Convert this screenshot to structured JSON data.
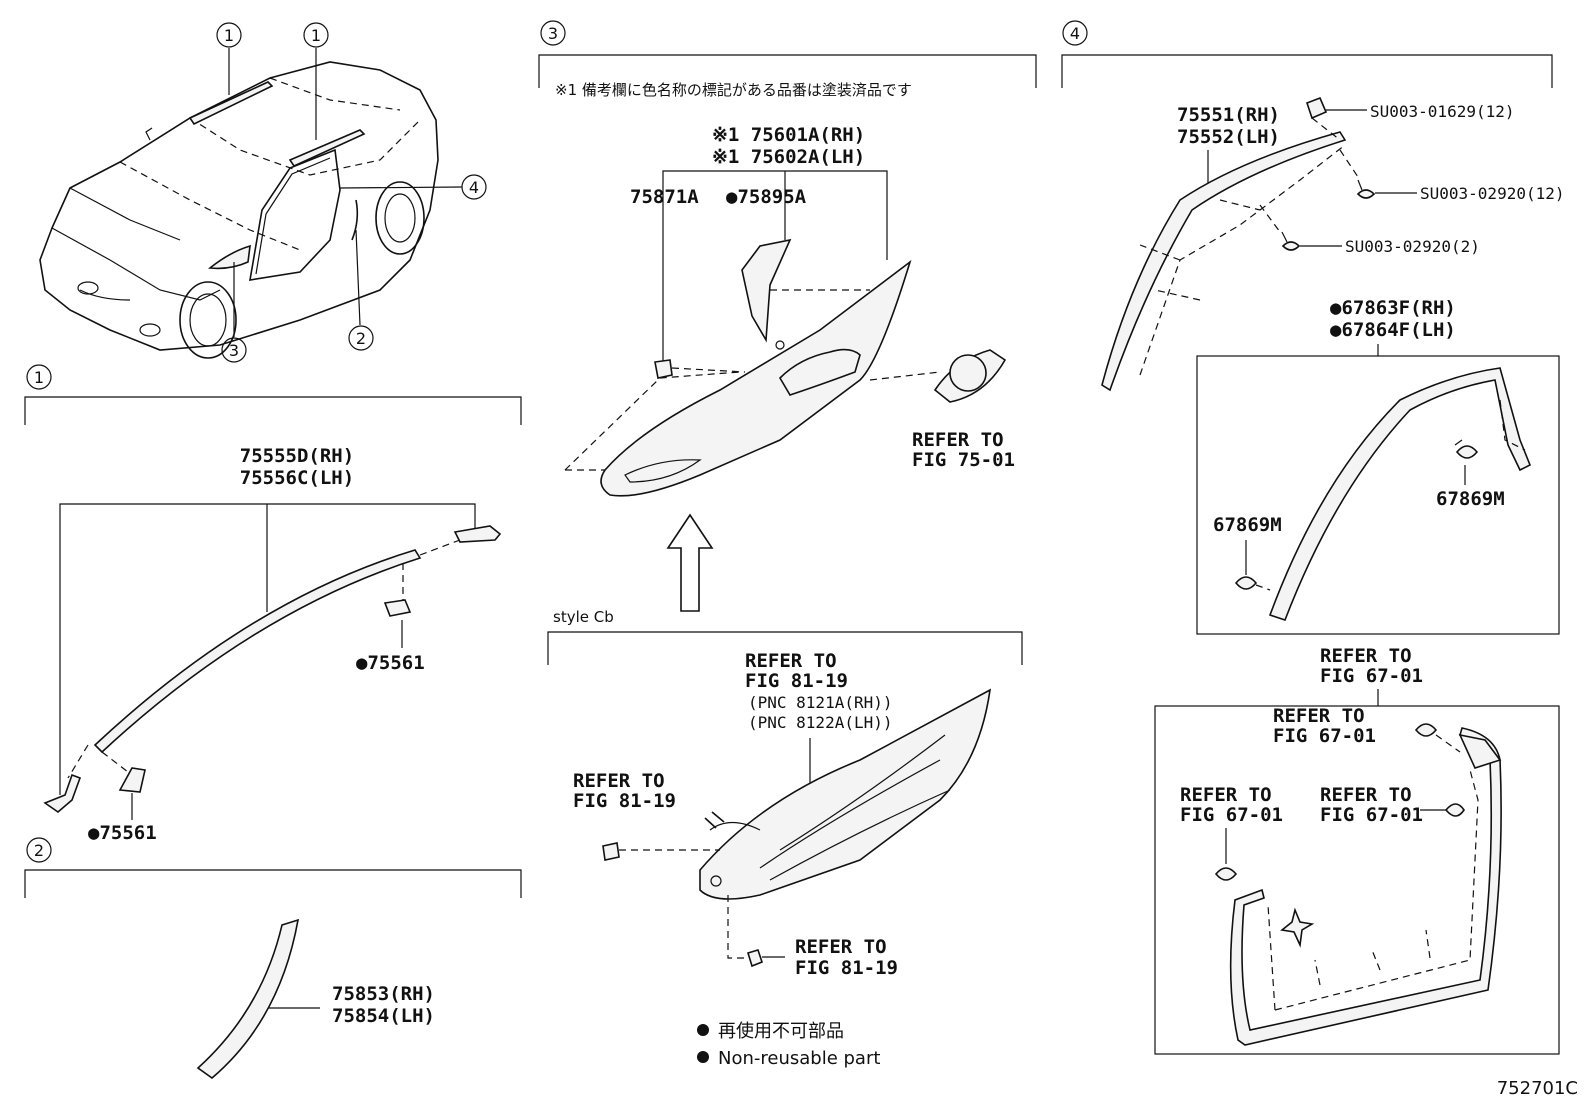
{
  "callouts": {
    "c1": "1",
    "c2": "2",
    "c3": "3",
    "c4": "4"
  },
  "note_paint": "※1 備考欄に色名称の標記がある品番は塗装済品です",
  "style_label": "style Cb",
  "sec1": {
    "pn_rh": "75555D(RH)",
    "pn_lh": "75556C(LH)",
    "clip_a": "●75561",
    "clip_b": "●75561"
  },
  "sec2": {
    "pn_rh": "75853(RH)",
    "pn_lh": "75854(LH)"
  },
  "sec3": {
    "pn_rh": "※1 75601A(RH)",
    "pn_lh": "※1 75602A(LH)",
    "pn_clip": "75871A",
    "pn_pad": "●75895A",
    "ref_emblem_1": "REFER TO",
    "ref_emblem_2": "FIG 75-01",
    "ref_lamp_1": "REFER TO",
    "ref_lamp_2": "FIG 81-19",
    "ref_lamp_3": "(PNC 8121A(RH))",
    "ref_lamp_4": "(PNC 8122A(LH))",
    "ref_clip_1": "REFER TO",
    "ref_clip_2": "FIG 81-19",
    "ref_screw_1": "REFER TO",
    "ref_screw_2": "FIG 81-19"
  },
  "sec4": {
    "pn_rh": "75551(RH)",
    "pn_lh": "75552(LH)",
    "fastener_1": "SU003-01629(12)",
    "fastener_2": "SU003-02920(12)",
    "fastener_3": "SU003-02920(2)",
    "ws_rh": "●67863F(RH)",
    "ws_lh": "●67864F(LH)",
    "clip_l": "67869M",
    "clip_r": "67869M",
    "ref_a_1": "REFER TO",
    "ref_a_2": "FIG 67-01",
    "ref_b_1": "REFER TO",
    "ref_b_2": "FIG 67-01",
    "ref_c_1": "REFER TO",
    "ref_c_2": "FIG 67-01",
    "ref_d_1": "REFER TO",
    "ref_d_2": "FIG 67-01"
  },
  "legend": {
    "jp": "再使用不可部品",
    "en": "Non-reusable part"
  },
  "figure_id": "752701C"
}
